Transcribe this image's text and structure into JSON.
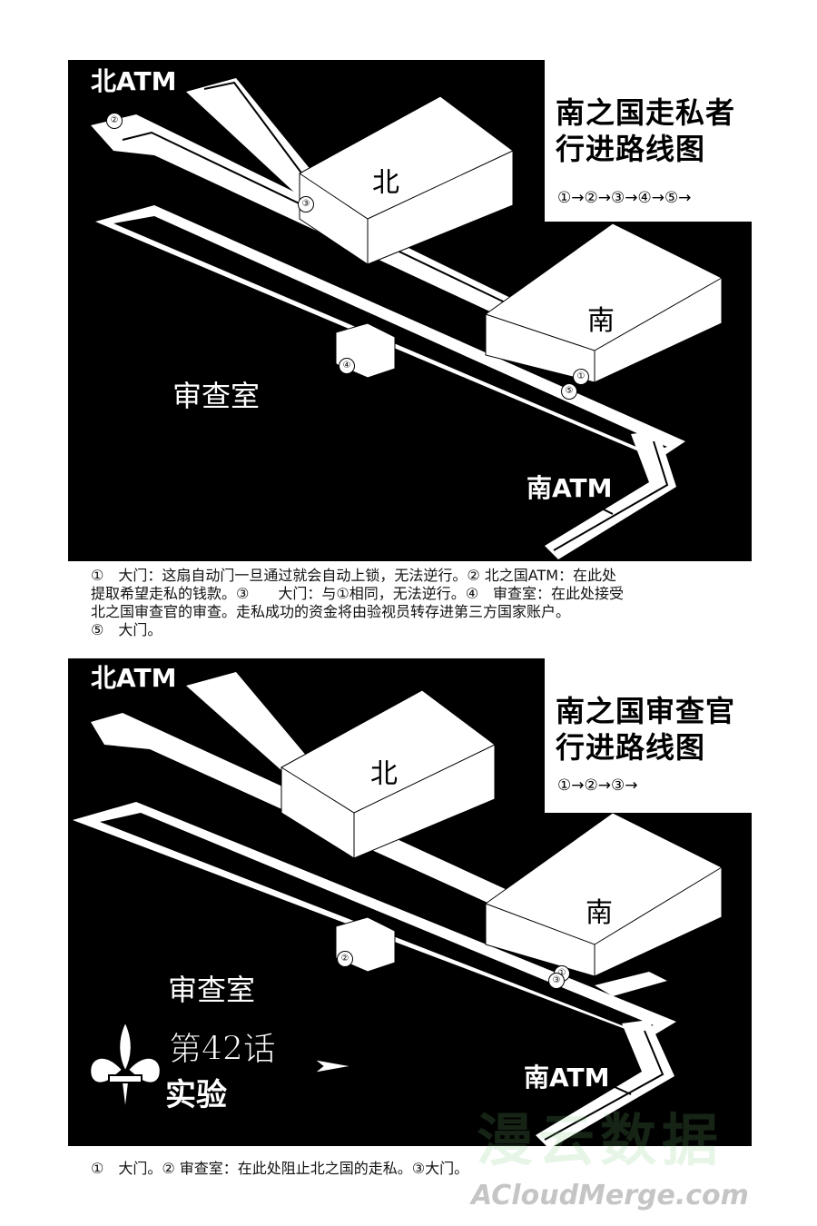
{
  "panel1": {
    "title_line1": "南之国走私者",
    "title_line2": "行进路线图",
    "sequence": "①→②→③→④→⑤→",
    "labels": {
      "north_atm": "北ATM",
      "north": "北",
      "south": "南",
      "exam_room": "审查室",
      "south_atm": "南ATM"
    },
    "markers": [
      "①",
      "②",
      "③",
      "④",
      "⑤"
    ]
  },
  "caption1": {
    "line1": "①　大门：这扇自动门一旦通过就会自动上锁，无法逆行。② 北之国ATM：在此处",
    "line2": "提取希望走私的钱款。③　　大门：与①相同，无法逆行。④　审查室：在此处接受",
    "line3": "北之国审查官的审查。走私成功的资金将由验视员转存进第三方国家账户。",
    "line4": "⑤　大门。"
  },
  "panel2": {
    "title_line1": "南之国审查官",
    "title_line2": "行进路线图",
    "sequence": "①→②→③→",
    "labels": {
      "north_atm": "北ATM",
      "north": "北",
      "south": "南",
      "exam_room": "审查室",
      "south_atm": "南ATM"
    },
    "markers": [
      "①",
      "②",
      "③"
    ]
  },
  "chapter": {
    "number": "第42话",
    "name": "实验"
  },
  "caption2": {
    "line1": "①　大门。② 审查室：在此处阻止北之国的走私。③大门。"
  },
  "watermark": {
    "cn": "漫云数据",
    "en": "ACloudMerge.com"
  },
  "colors": {
    "panel_bg": "#000000",
    "path": "#ffffff",
    "text": "#111111"
  }
}
